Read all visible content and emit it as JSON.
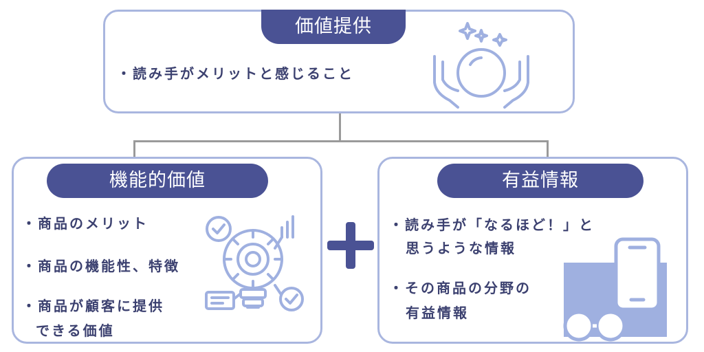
{
  "top": {
    "title": "価値提供",
    "bullet": "・読み手がメリットと感じること"
  },
  "left": {
    "title": "機能的価値",
    "bullets": [
      "・商品のメリット",
      "・商品の機能性、特徴",
      "・商品が顧客に提供",
      "できる価値"
    ]
  },
  "right": {
    "title": "有益情報",
    "bullets": [
      "・読み手が「なるほど！」と",
      "思うような情報",
      "・その商品の分野の",
      "有益情報"
    ]
  },
  "colors": {
    "accent": "#4a5294",
    "border": "#a9b6df",
    "icon_fill": "#9fb0e0",
    "connector": "#9a9a9a"
  },
  "icons": [
    "crystal-ball-hands-icon",
    "lightbulb-gear-icon",
    "plus-icon",
    "phone-glasses-icon"
  ]
}
